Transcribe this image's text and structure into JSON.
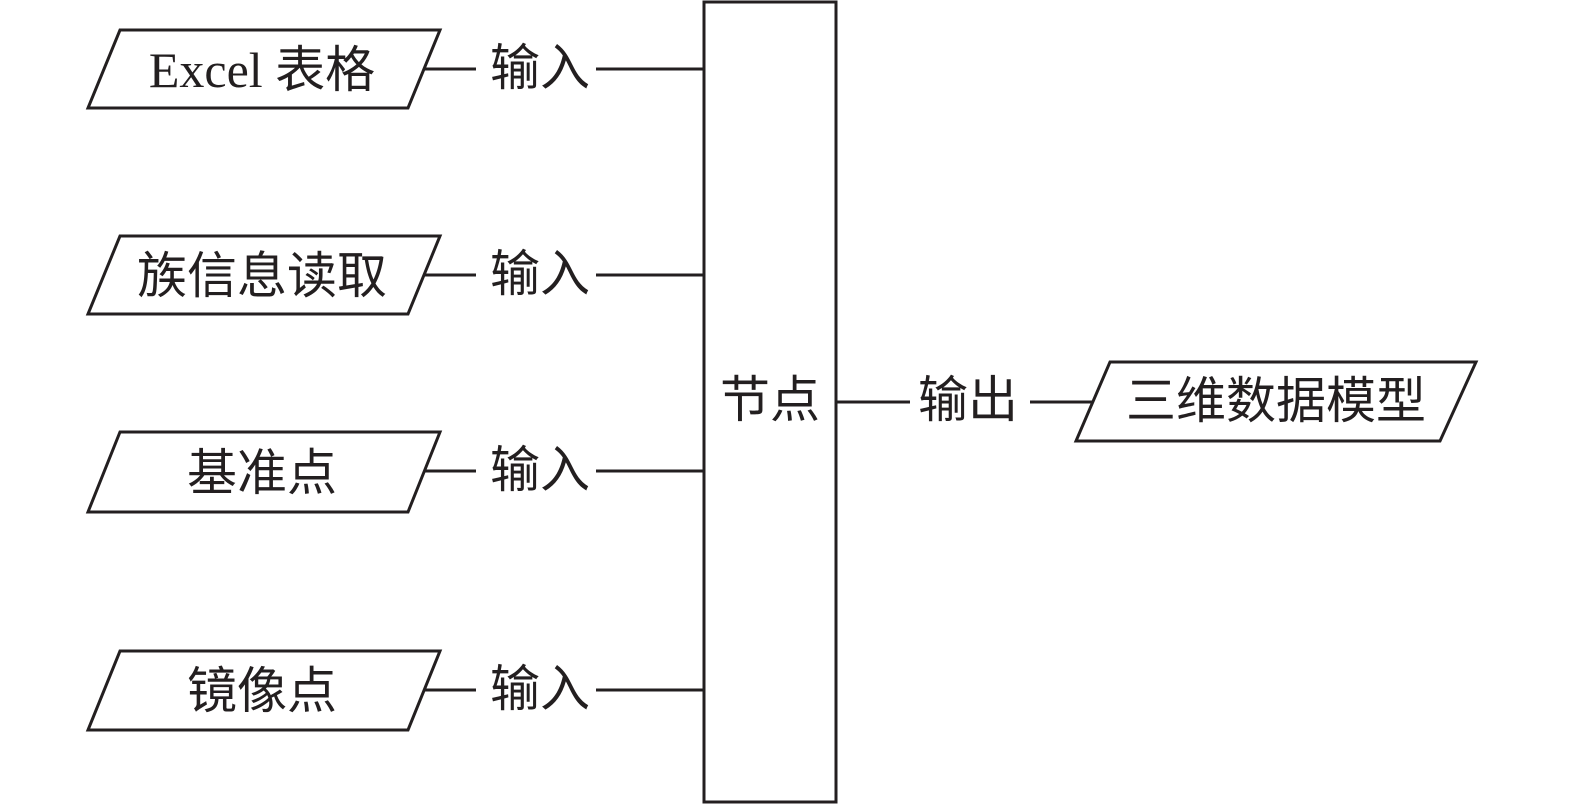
{
  "diagram": {
    "inputs": [
      {
        "label": "Excel 表格",
        "edge_label": "输入"
      },
      {
        "label": "族信息读取",
        "edge_label": "输入"
      },
      {
        "label": "基准点",
        "edge_label": "输入"
      },
      {
        "label": "镜像点",
        "edge_label": "输入"
      }
    ],
    "node": {
      "label": "节点"
    },
    "output": {
      "label": "三维数据模型",
      "edge_label": "输出"
    },
    "colors": {
      "stroke": "#231f20",
      "background": "#ffffff",
      "text": "#231f20"
    }
  }
}
